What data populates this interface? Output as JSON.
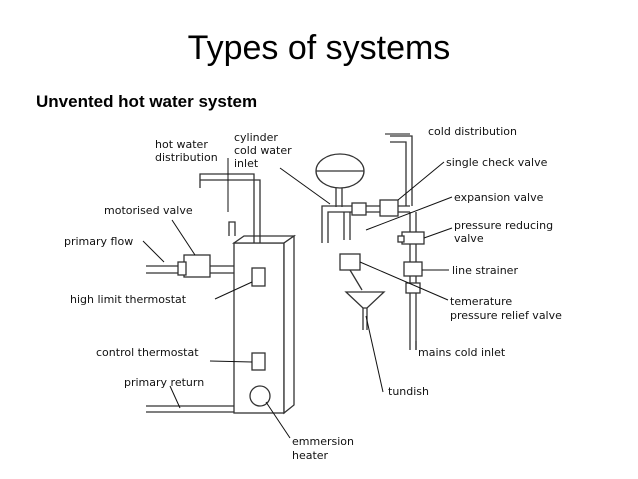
{
  "title": "Types of systems",
  "subtitle": "Unvented hot water system",
  "labels": {
    "hot_water_distribution": [
      "hot water",
      "distribution"
    ],
    "cylinder_cold_water_inlet": [
      "cylinder",
      "cold water",
      "inlet"
    ],
    "cold_distribution": [
      "cold distribution"
    ],
    "single_check_valve": [
      "single check valve"
    ],
    "expansion_valve": [
      "expansion valve"
    ],
    "pressure_reducing_valve": [
      "pressure reducing",
      "valve"
    ],
    "motorised_valve": [
      "motorised valve"
    ],
    "primary_flow": [
      "primary flow"
    ],
    "line_strainer": [
      "line strainer"
    ],
    "high_limit_thermostat": [
      "high limit thermostat"
    ],
    "temperature_pressure_relief_valve": [
      "temerature",
      "pressure relief valve"
    ],
    "mains_cold_inlet": [
      "mains cold inlet"
    ],
    "control_thermostat": [
      "control thermostat"
    ],
    "tundish": [
      "tundish"
    ],
    "primary_return": [
      "primary return"
    ],
    "immersion_heater": [
      "emmersion",
      "heater"
    ]
  }
}
